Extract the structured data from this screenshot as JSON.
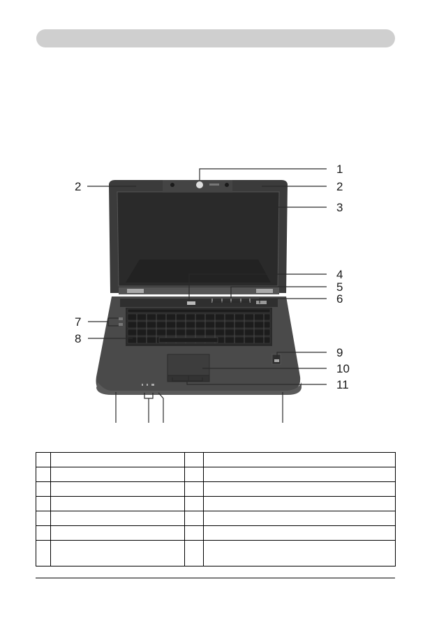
{
  "header": {
    "title": ""
  },
  "figure": {
    "subject": "laptop-top-view",
    "callouts": [
      {
        "id": "1",
        "label": "1"
      },
      {
        "id": "2a",
        "label": "2"
      },
      {
        "id": "2b",
        "label": "2"
      },
      {
        "id": "3",
        "label": "3"
      },
      {
        "id": "4",
        "label": "4"
      },
      {
        "id": "5",
        "label": "5"
      },
      {
        "id": "6",
        "label": "6"
      },
      {
        "id": "7",
        "label": "7"
      },
      {
        "id": "8",
        "label": "8"
      },
      {
        "id": "9",
        "label": "9"
      },
      {
        "id": "10",
        "label": "10"
      },
      {
        "id": "11",
        "label": "11"
      }
    ],
    "colors": {
      "lid": "#3a3a3a",
      "screen": "#2b2b2b",
      "body": "#4a4a4a",
      "keys": "#222222",
      "line": "#333333"
    }
  },
  "table": {
    "rows": [
      [
        "",
        "",
        "",
        ""
      ],
      [
        "",
        "",
        "",
        ""
      ],
      [
        "",
        "",
        "",
        ""
      ],
      [
        "",
        "",
        "",
        ""
      ],
      [
        "",
        "",
        "",
        ""
      ],
      [
        "",
        "",
        "",
        ""
      ],
      [
        "",
        "",
        "",
        ""
      ]
    ]
  }
}
